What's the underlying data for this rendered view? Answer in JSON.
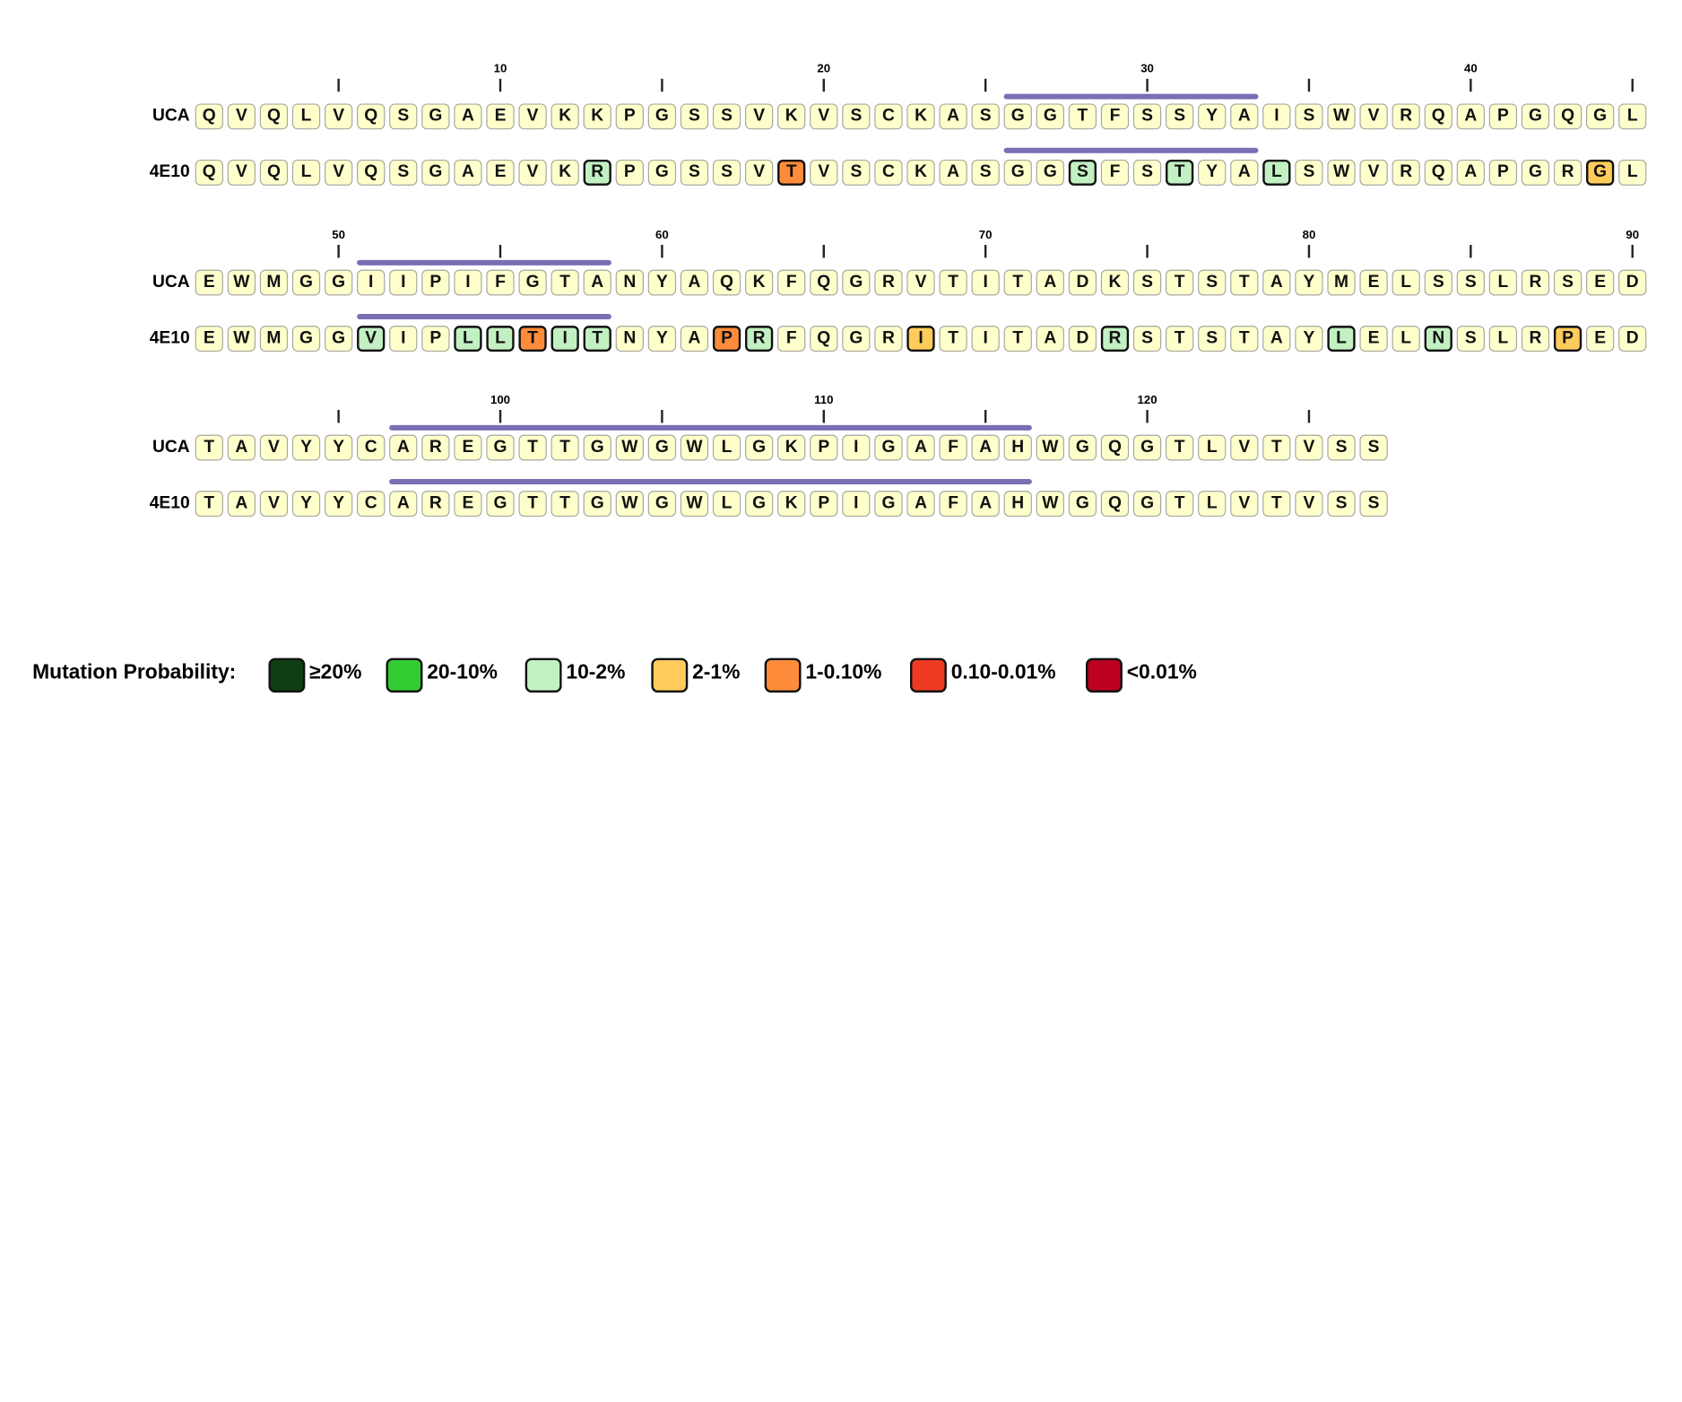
{
  "sequence_names": {
    "ref": "UCA",
    "mut": "4E10"
  },
  "blocks": [
    {
      "start": 1,
      "ref": "QVQLVQSGAEVKKPGSSVKVSCKASGGTFSSYAISWVRQAPGQGL",
      "mut": "QVQLVQSGAEVKRPGSSVTVSCKASGGSFSTYALSWVRQAPGRGL",
      "cdr": [
        26,
        33
      ]
    },
    {
      "start": 46,
      "ref": "EWMGGIIPIFGTANYAQKFQGRVTITADKSTSTAYMELSSLRSED",
      "mut": "EWMGGVIPLLTITNYAPRFQGRITITADRSTSTAYLELNSLRPED",
      "cdr": [
        51,
        58
      ]
    },
    {
      "start": 91,
      "ref": "TAVYYCAREGTTGWGWLGKPIGAFAHWGQGTLVTVSS",
      "mut": "TAVYYCAREGTTGWGWLGKPIGAFAHWGQGTLVTVSS",
      "cdr": [
        97,
        116
      ]
    }
  ],
  "mutations": [
    {
      "pos": 13,
      "category": 2
    },
    {
      "pos": 19,
      "category": 4
    },
    {
      "pos": 28,
      "category": 2
    },
    {
      "pos": 31,
      "category": 2
    },
    {
      "pos": 34,
      "category": 2
    },
    {
      "pos": 44,
      "category": 3
    },
    {
      "pos": 51,
      "category": 2
    },
    {
      "pos": 54,
      "category": 2
    },
    {
      "pos": 55,
      "category": 2
    },
    {
      "pos": 56,
      "category": 4
    },
    {
      "pos": 57,
      "category": 2
    },
    {
      "pos": 58,
      "category": 2
    },
    {
      "pos": 62,
      "category": 4
    },
    {
      "pos": 63,
      "category": 2
    },
    {
      "pos": 68,
      "category": 3
    },
    {
      "pos": 74,
      "category": 2
    },
    {
      "pos": 81,
      "category": 2
    },
    {
      "pos": 84,
      "category": 2
    },
    {
      "pos": 88,
      "category": 3
    }
  ],
  "legend": {
    "title": "Mutation Probability:",
    "items": [
      {
        "label": "≥20%",
        "color": "#0d3f12"
      },
      {
        "label": "20-10%",
        "color": "#33cc33"
      },
      {
        "label": "10-2%",
        "color": "#c2f0c2"
      },
      {
        "label": "2-1%",
        "color": "#ffcc5c"
      },
      {
        "label": "1-0.10%",
        "color": "#ff8c3a"
      },
      {
        "label": "0.10-0.01%",
        "color": "#ee3a22"
      },
      {
        "label": "<0.01%",
        "color": "#bb0022"
      }
    ]
  },
  "colors": {
    "residue_bg": "#ffffcc",
    "cdr_bar": "#7a6fb5"
  }
}
